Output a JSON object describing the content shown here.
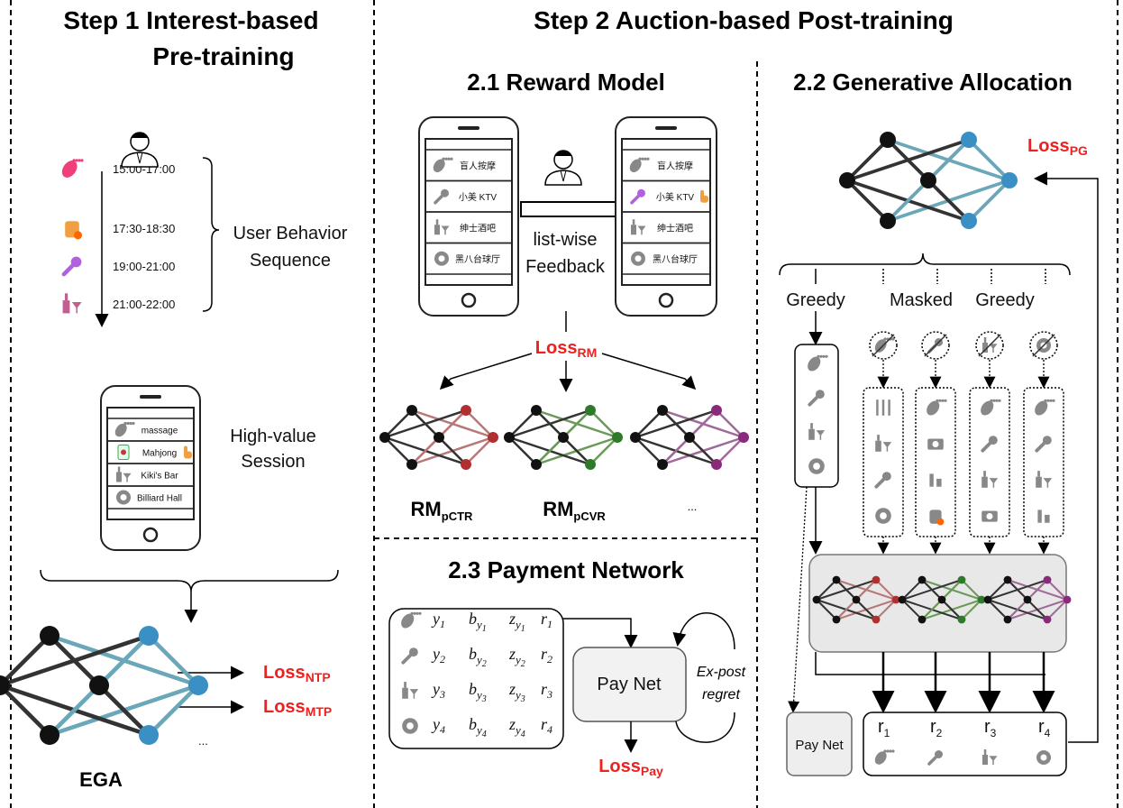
{
  "step1": {
    "title_line1": "Step 1  Interest-based",
    "title_line2": "Pre-training",
    "times": [
      "15:00-17:00",
      "17:30-18:30",
      "19:00-21:00",
      "21:00-22:00"
    ],
    "sequence_label_line1": "User Behavior",
    "sequence_label_line2": "Sequence",
    "session_label_line1": "High-value",
    "session_label_line2": "Session",
    "session_items": [
      "massage",
      "Mahjong",
      "Kiki's Bar",
      "Billiard Hall"
    ],
    "model_label": "EGA",
    "losses": [
      {
        "main": "Loss",
        "sub": "NTP"
      },
      {
        "main": "Loss",
        "sub": "MTP"
      }
    ],
    "ellipsis": "..."
  },
  "step2": {
    "title": "Step 2  Auction-based Post-training",
    "reward_model": {
      "title": "2.1 Reward Model",
      "list_items": [
        "盲人按摩",
        "小美 KTV",
        "绅士酒吧",
        "黑八台球厅"
      ],
      "feedback_line1": "list-wise",
      "feedback_line2": "Feedback",
      "loss": {
        "main": "Loss",
        "sub": "RM"
      },
      "models": [
        {
          "main": "RM",
          "sub": "pCTR"
        },
        {
          "main": "RM",
          "sub": "pCVR"
        },
        {
          "main": "...",
          "sub": ""
        }
      ]
    },
    "generative_allocation": {
      "title": "2.2 Generative Allocation",
      "loss": {
        "main": "Loss",
        "sub": "PG"
      },
      "strategies": [
        "Greedy",
        "Masked",
        "Greedy"
      ],
      "pay_net": "Pay Net",
      "rewards": [
        {
          "main": "r",
          "sub": "1"
        },
        {
          "main": "r",
          "sub": "2"
        },
        {
          "main": "r",
          "sub": "3"
        },
        {
          "main": "r",
          "sub": "4"
        }
      ]
    },
    "payment_network": {
      "title": "2.3 Payment Network",
      "rows": [
        {
          "y": "y",
          "i": "1"
        },
        {
          "y": "y",
          "i": "2"
        },
        {
          "y": "y",
          "i": "3"
        },
        {
          "y": "y",
          "i": "4"
        }
      ],
      "pay_net": "Pay Net",
      "regret_line1": "Ex-post",
      "regret_line2": "regret",
      "loss": {
        "main": "Loss",
        "sub": "Pay"
      }
    }
  },
  "colors": {
    "loss": "#f0201e",
    "blue": "#3a8fc4",
    "red": "#b03030",
    "green": "#2f7a2a",
    "purple": "#8a2a7a",
    "edge_blue": "#6aa7b8",
    "gray_box": "#ececec"
  }
}
